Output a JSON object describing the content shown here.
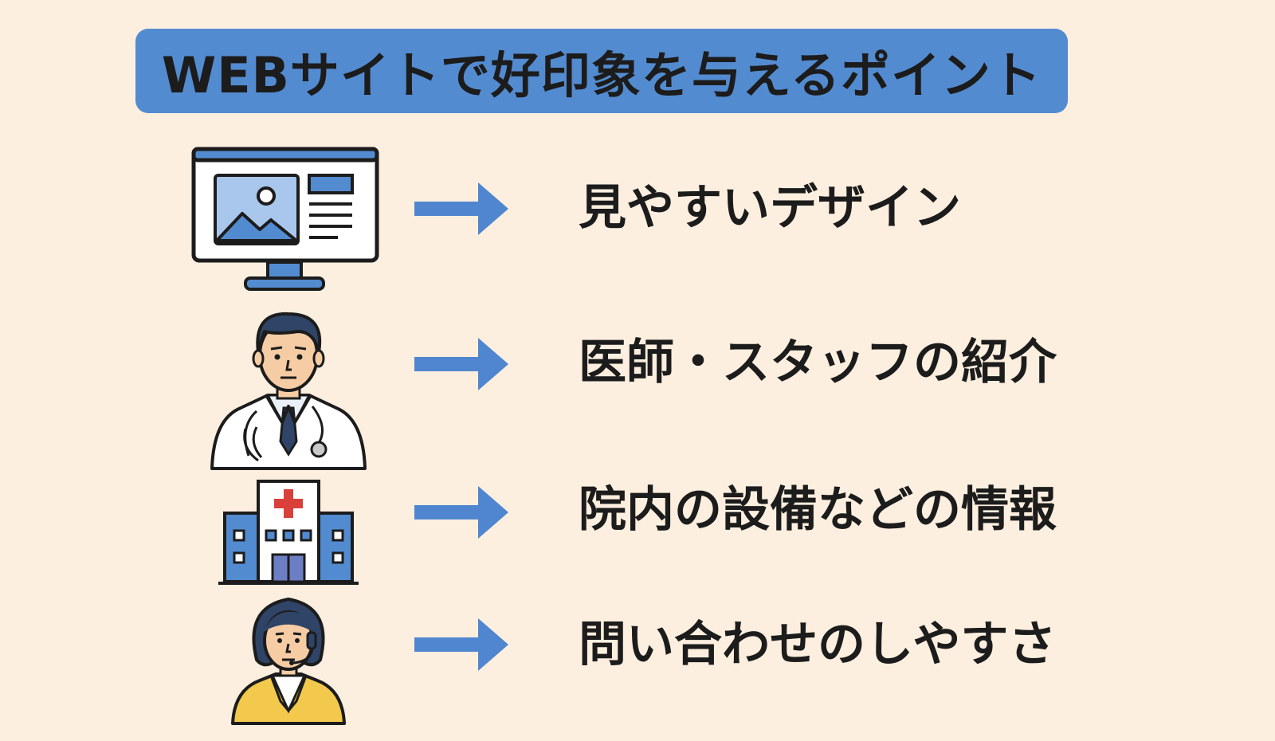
{
  "title": "WEBサイトで好印象を与えるポイント",
  "colors": {
    "background": "#fdefdf",
    "banner": "#538bd0",
    "arrow": "#4f86cf",
    "text": "#1c1c1c"
  },
  "items": [
    {
      "icon": "monitor-website-icon",
      "label": "見やすいデザイン"
    },
    {
      "icon": "doctor-icon",
      "label": "医師・スタッフの紹介"
    },
    {
      "icon": "hospital-building-icon",
      "label": "院内の設備などの情報"
    },
    {
      "icon": "receptionist-headset-icon",
      "label": "問い合わせのしやすさ"
    }
  ]
}
